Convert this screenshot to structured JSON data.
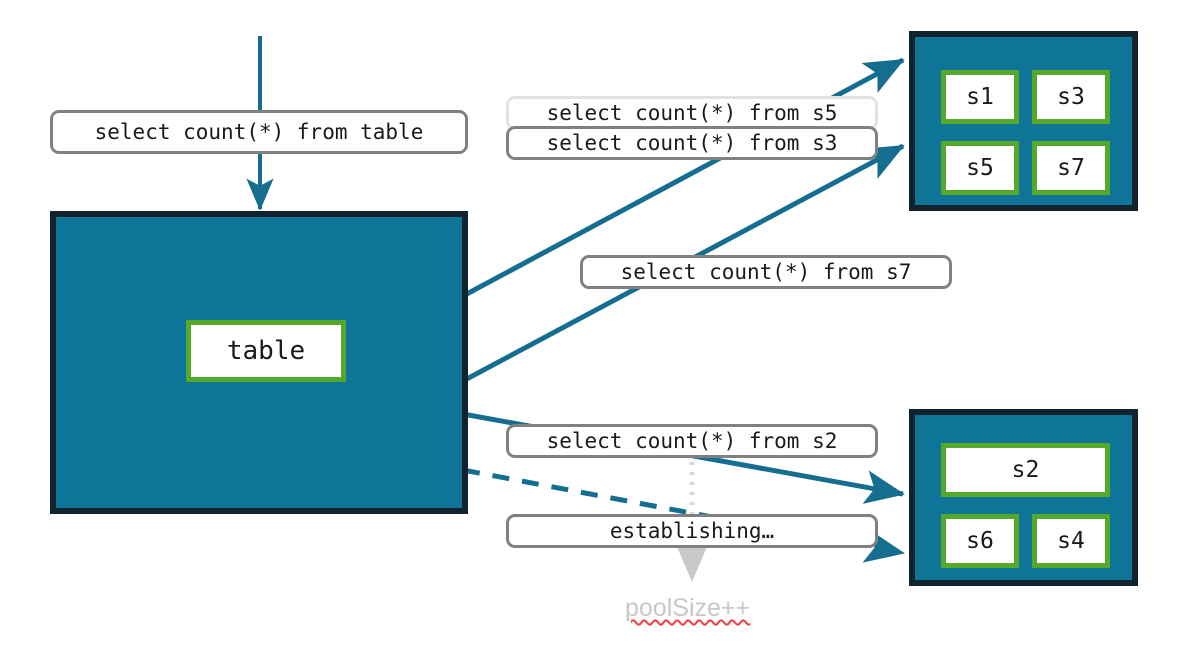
{
  "diagram": {
    "title": "connection-pool-query-routing",
    "colors": {
      "pool_fill": "#0E7498",
      "pool_border": "#10232E",
      "node_border": "#55A829",
      "edge": "#156E8F",
      "label_border": "#808080",
      "label_border_faint": "#E2E2E2",
      "ghost_text": "#C8C8C8",
      "spellcheck": "#F04040"
    },
    "source": {
      "container_name": "table-container",
      "node_label": "table"
    },
    "entry_label": "select count(*) from table",
    "pools": [
      {
        "name": "pool-top",
        "nodes": [
          "s1",
          "s3",
          "s5",
          "s7"
        ]
      },
      {
        "name": "pool-bottom",
        "nodes": [
          "s2",
          "s6",
          "s4"
        ]
      }
    ],
    "edge_labels": [
      {
        "name": "label-s5",
        "text": "select count(*) from s5",
        "style": "faint"
      },
      {
        "name": "label-s3",
        "text": "select count(*) from s3",
        "style": "solid"
      },
      {
        "name": "label-s7",
        "text": "select count(*) from s7",
        "style": "solid"
      },
      {
        "name": "label-s2",
        "text": "select count(*) from s2",
        "style": "solid"
      },
      {
        "name": "label-establishing",
        "text": "establishing…",
        "style": "solid"
      }
    ],
    "ghost_note": "poolSize++"
  }
}
